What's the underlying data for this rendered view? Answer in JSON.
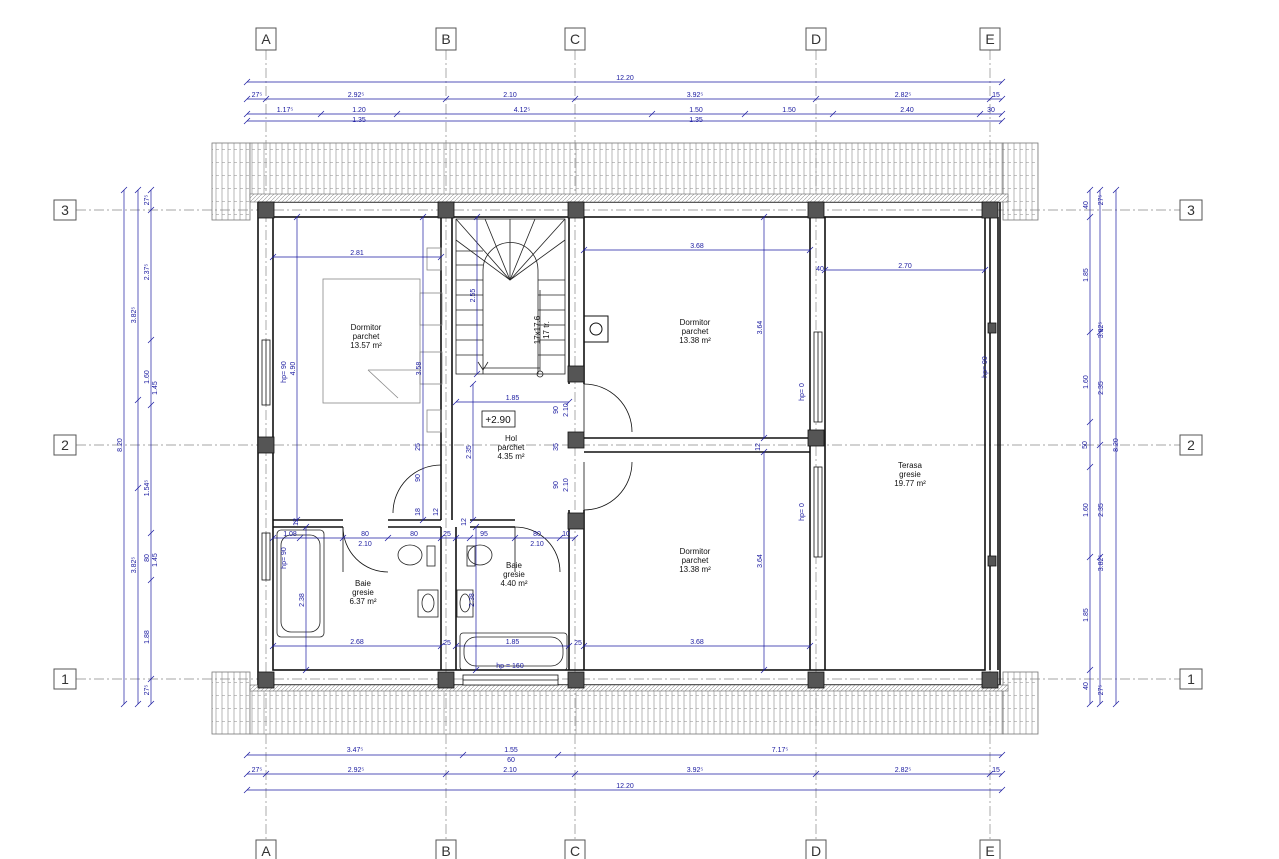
{
  "axes": {
    "columns": [
      "A",
      "B",
      "C",
      "D",
      "E"
    ],
    "rows": [
      "3",
      "2",
      "1"
    ]
  },
  "rooms": [
    {
      "name": "Dormitor",
      "finish": "parchet",
      "area": "13.57 m²"
    },
    {
      "name": "Dormitor",
      "finish": "parchet",
      "area": "13.38 m²"
    },
    {
      "name": "Hol",
      "finish": "parchet",
      "area": "4.35 m²"
    },
    {
      "name": "Dormitor",
      "finish": "parchet",
      "area": "13.38 m²"
    },
    {
      "name": "Baie",
      "finish": "gresie",
      "area": "6.37 m²"
    },
    {
      "name": "Baie",
      "finish": "gresie",
      "area": "4.40 m²"
    },
    {
      "name": "Terasa",
      "finish": "gresie",
      "area": "19.77 m²"
    }
  ],
  "level_marker": "+2.90",
  "stair_label": [
    "17x17.6",
    "17 tr."
  ],
  "dimensions": {
    "top_total": "12.20",
    "top_row1": [
      "27⁵",
      "2.92⁵",
      "2.10",
      "3.92⁵",
      "2.82⁵",
      "15"
    ],
    "top_row2": [
      "1.17⁵",
      "1.20",
      "4.12⁵",
      "1.50",
      "1.50",
      "2.40",
      "30"
    ],
    "top_row3": [
      "1.35",
      "1.35"
    ],
    "bottom_row1": [
      "3.47⁵",
      "1.55",
      "7.17⁵"
    ],
    "bottom_sub": "60",
    "bottom_row2": [
      "27⁵",
      "2.92⁵",
      "2.10",
      "3.92⁵",
      "2.82⁵",
      "15"
    ],
    "bottom_total": "12.20",
    "left_outer": "8.20",
    "left_mid": [
      "3.82⁵",
      "80",
      "3.82⁵"
    ],
    "left_inner": [
      "27⁵",
      "2.37⁵",
      "1.60",
      "1.54⁵",
      "1.88",
      "27⁵"
    ],
    "left_inner2": [
      "1.45",
      "1.45"
    ],
    "right_outer": "8.20",
    "right_mid": [
      "3.82⁵",
      "50",
      "3.82⁵"
    ],
    "right_inner": [
      "40",
      "1.85",
      "1.60",
      "1.60",
      "1.85",
      "40"
    ],
    "right_inner2": [
      "27⁵",
      "2.35",
      "2.35",
      "27⁵"
    ],
    "interior": [
      "2.81",
      "3.68",
      "2.70",
      "1.85",
      "2.68",
      "1.85",
      "3.68",
      "1.08",
      "80",
      "80",
      "25",
      "95",
      "80",
      "10",
      "2.10",
      "2.10",
      "4.90",
      "3.58",
      "2.55",
      "3.64",
      "3.64",
      "2.35",
      "2.38",
      "2.38",
      "2.10",
      "2.10",
      "90",
      "90",
      "90",
      "35",
      "25",
      "18",
      "12",
      "12",
      "12",
      "12",
      "40",
      "25",
      "25",
      "25",
      "25"
    ],
    "hp_labels": [
      "hp= 90",
      "hp= 90",
      "hp= 0",
      "hp= 0",
      "hp= 90",
      "hp = 160"
    ]
  }
}
